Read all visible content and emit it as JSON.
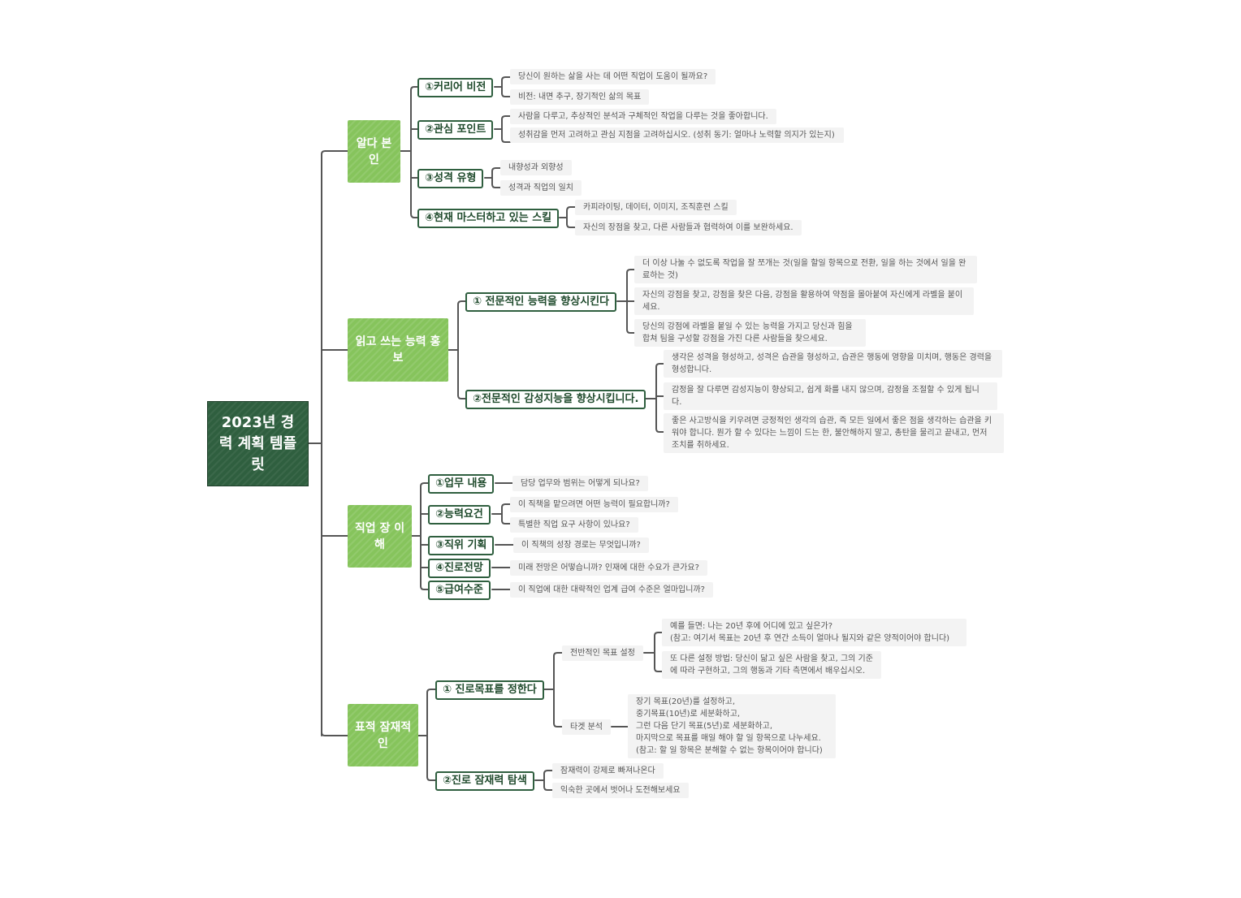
{
  "root": {
    "title": "2023년 경력 계획 템플릿"
  },
  "branches": [
    {
      "label": "알다 본인",
      "subs": [
        {
          "label": "①커리어 비전",
          "leaves": [
            "당신이 원하는 삶을 사는 데 어떤 직업이 도움이 될까요?",
            "비전: 내면 추구, 장기적인 삶의 목표"
          ]
        },
        {
          "label": "②관심 포인트",
          "leaves": [
            "사람을 다루고, 추상적인 분석과 구체적인 작업을 다루는 것을 좋아합니다.",
            "성취감을 먼저 고려하고 관심 지점을 고려하십시오. (성취 동기: 얼마나 노력할 의지가 있는지)"
          ]
        },
        {
          "label": "③성격 유형",
          "leaves": [
            "내향성과 외향성",
            "성격과 직업의 일치"
          ]
        },
        {
          "label": "④현재 마스터하고 있는 스킬",
          "leaves": [
            "카피라이팅, 데이터, 이미지, 조직훈련 스킬",
            "자신의 장점을 찾고, 다른 사람들과 협력하여 이를 보완하세요."
          ]
        }
      ]
    },
    {
      "label": "읽고 쓰는 능력 홍보",
      "subs": [
        {
          "label": "① 전문적인 능력을 향상시킨다",
          "leaves": [
            "더 이상 나눌 수 없도록 작업을 잘 쪼개는 것(일을 할일 항목으로 전환, 일을 하는 것에서 일을 완료하는 것)",
            "자신의 강점을 찾고, 강점을 찾은 다음, 강점을 활용하여 약점을 몰아붙여 자신에게 라벨을 붙이세요.",
            "당신의 강점에 라벨을 붙일 수 있는 능력을 가지고 당신과 힘을 합쳐 팀을 구성할 강점을 가진 다른 사람들을 찾으세요."
          ]
        },
        {
          "label": "②전문적인 감성지능을 향상시킵니다.",
          "leaves": [
            "생각은 성격을 형성하고, 성격은 습관을 형성하고, 습관은 행동에 영향을 미치며, 행동은 경력을 형성합니다.",
            "감정을 잘 다루면 감성지능이 향상되고, 쉽게 화를 내지 않으며, 감정을 조절할 수 있게 됩니다.",
            "좋은 사고방식을 키우려면 긍정적인 생각의 습관, 즉 모든 일에서 좋은 점을 생각하는 습관을 키워야 합니다. 뭔가 할 수 있다는 느낌이 드는 한, 불안해하지 말고, 총탄을 물리고 끝내고, 먼저 조치를 취하세요."
          ]
        }
      ]
    },
    {
      "label": "직업 장 이해",
      "subs": [
        {
          "label": "①업무 내용",
          "leaves": [
            "담당 업무와 범위는 어떻게 되나요?"
          ]
        },
        {
          "label": "②능력요건",
          "leaves": [
            "이 직책을 맡으려면 어떤 능력이 필요합니까?",
            "특별한 직업 요구 사항이 있나요?"
          ]
        },
        {
          "label": "③직위 기획",
          "leaves": [
            "이 직책의 성장 경로는 무엇입니까?"
          ]
        },
        {
          "label": "④진로전망",
          "leaves": [
            "미래 전망은 어떻습니까? 인재에 대한 수요가 큰가요?"
          ]
        },
        {
          "label": "⑤급여수준",
          "leaves": [
            "이 직업에 대한 대략적인 업계 급여 수준은 얼마입니까?"
          ]
        }
      ]
    },
    {
      "label": "표적 잠재적인",
      "subs": [
        {
          "label": "① 진로목표를 정한다",
          "mids": [
            {
              "label": "전반적인 목표 설정",
              "leaves": [
                "예를 들면: 나는 20년 후에 어디에 있고 싶은가?\n(참고: 여기서 목표는 20년 후 연간 소득이 얼마나 될지와 같은 양적이어야 합니다)",
                "또 다른 설정 방법: 당신이 닮고 싶은 사람을 찾고, 그의 기준에 따라 구현하고, 그의 행동과 기타 측면에서 배우십시오."
              ]
            },
            {
              "label": "타겟 분석",
              "leaves": [
                "장기 목표(20년)를 설정하고,\n중기목표(10년)로 세분화하고,\n그런 다음 단기 목표(5년)로 세분화하고,\n마지막으로 목표를 매일 해야 할 일 항목으로 나누세요.\n(참고: 할 일 항목은 분해할 수 없는 항목이어야 합니다)"
              ]
            }
          ]
        },
        {
          "label": "②진로 잠재력 탐색",
          "leaves": [
            "잠재력이 강제로 빠져나온다",
            "익숙한 곳에서 벗어나 도전해보세요"
          ]
        }
      ]
    }
  ],
  "colors": {
    "root": "#2f5f3f",
    "branch": "#86c45c",
    "line": "#555555",
    "sub_border": "#2f5f3f"
  }
}
